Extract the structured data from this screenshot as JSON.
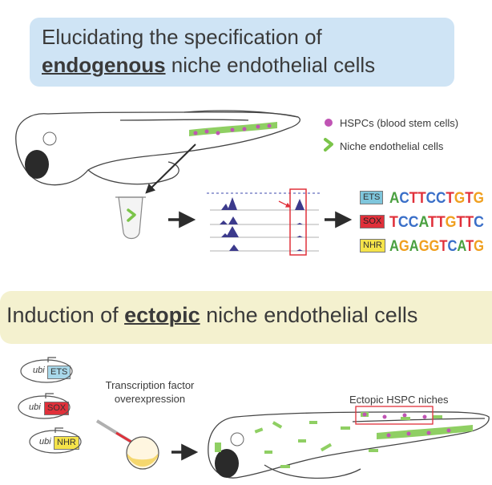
{
  "top_title": {
    "line1": "Elucidating the specification of",
    "bold": "endogenous",
    "rest": " niche endothelial cells"
  },
  "legend": {
    "hspc": "HSPCs (blood stem cells)",
    "niche": "Niche endothelial cells"
  },
  "motifs": [
    {
      "tf": "ETS",
      "seq": "ACTTCCTGTG",
      "color": "#7fc6dc"
    },
    {
      "tf": "SOX",
      "seq": "TCCATTGTTC",
      "color": "#e0303a"
    },
    {
      "tf": "NHR",
      "seq": "AGAGGTCATG",
      "color": "#f5e34a"
    }
  ],
  "bottom_title": {
    "pre": "Induction of ",
    "bold": "ectopic",
    "rest": " niche endothelial cells"
  },
  "plasmids": [
    {
      "promoter": "ubi",
      "tf": "ETS",
      "color": "#a8d8ea"
    },
    {
      "promoter": "ubi",
      "tf": "SOX",
      "color": "#e0303a"
    },
    {
      "promoter": "ubi",
      "tf": "NHR",
      "color": "#f5e34a"
    }
  ],
  "overexpression": {
    "line1": "Transcription factor",
    "line2": "overexpression"
  },
  "ectopic_label": "Ectopic HSPC niches",
  "colors": {
    "green": "#7bc44a",
    "magenta": "#c054b4",
    "arrow": "#2c2c2c",
    "red": "#e0303a",
    "peak": "#3c3a8c"
  }
}
